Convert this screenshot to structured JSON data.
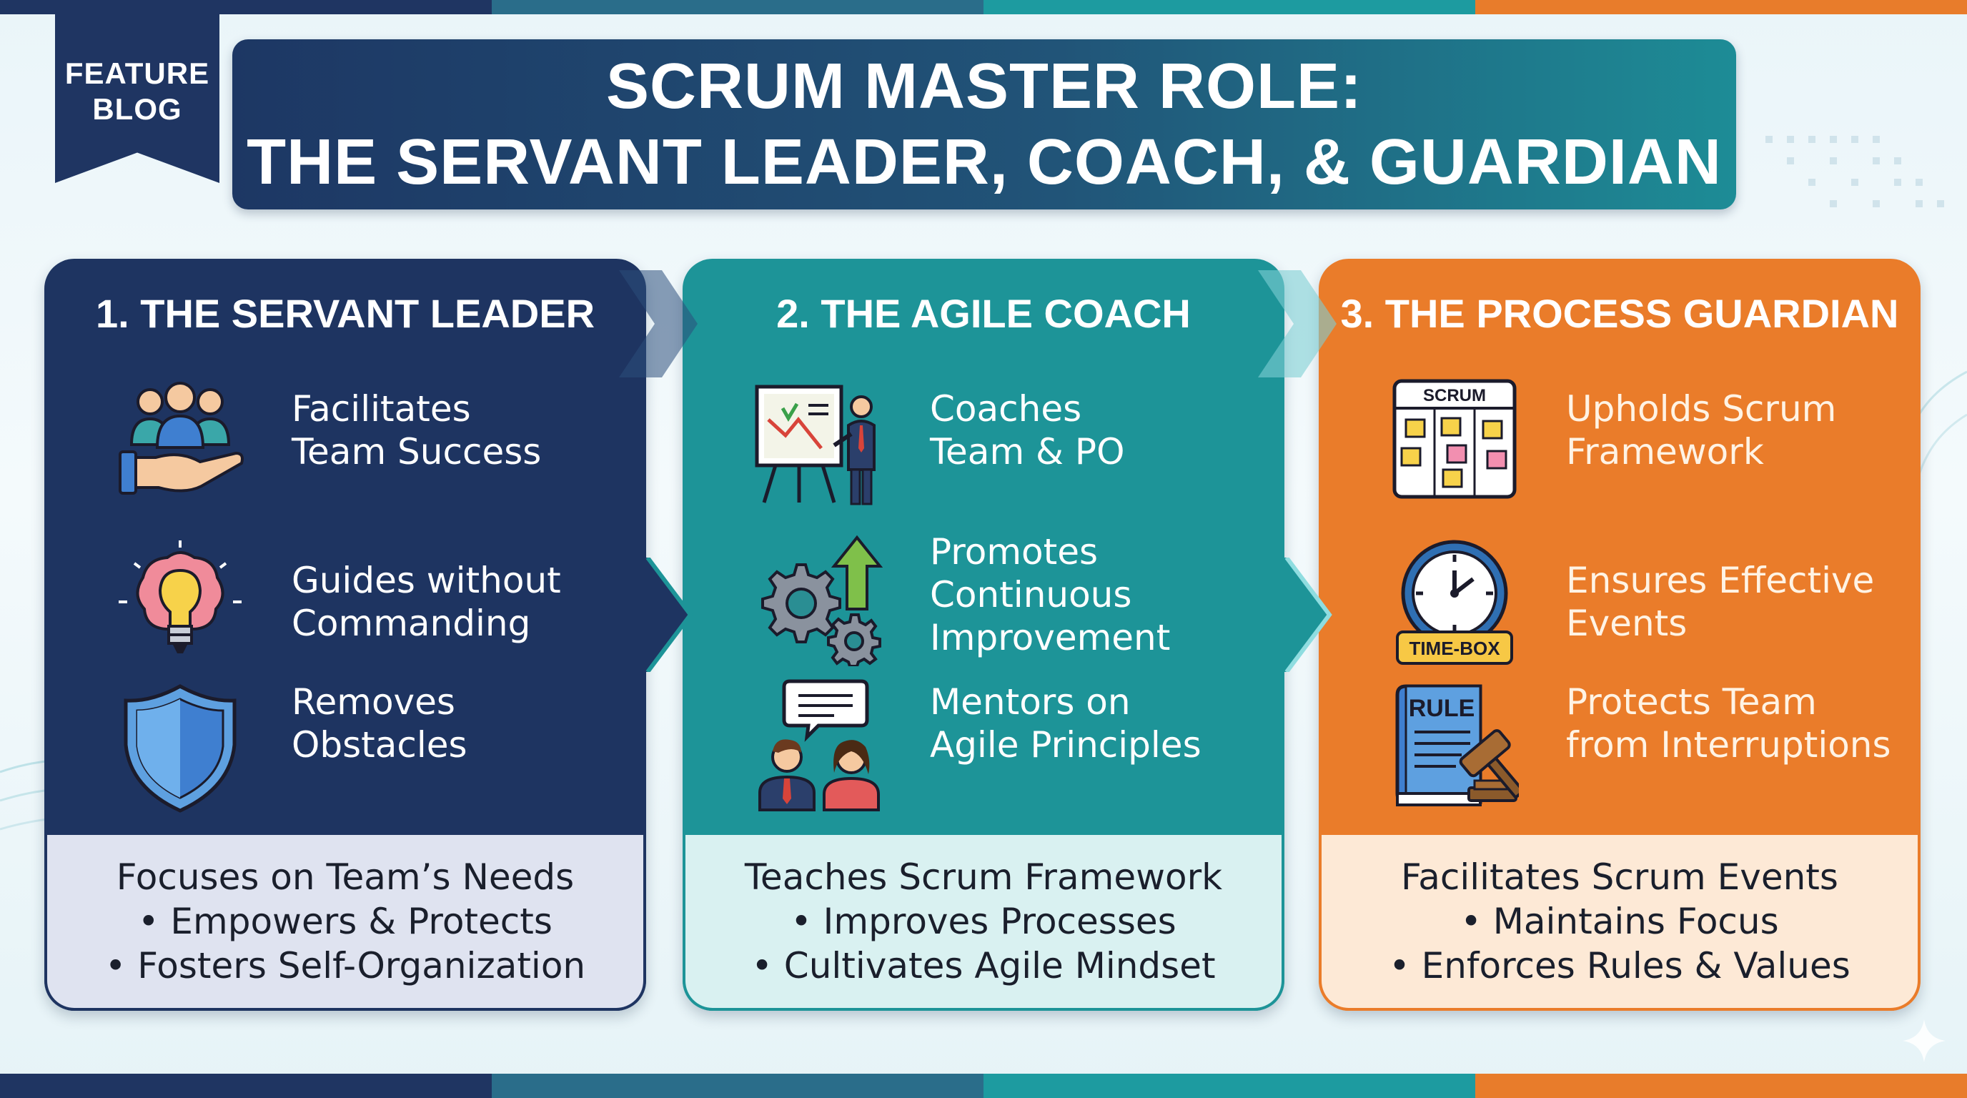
{
  "ribbon": {
    "line1": "FEATURE",
    "line2": "BLOG"
  },
  "header": {
    "title_line1": "SCRUM MASTER ROLE:",
    "title_line2": "THE SERVANT LEADER, COACH, & GUARDIAN"
  },
  "panels": [
    {
      "title": "1. THE SERVANT LEADER",
      "color": "#1e3461",
      "items": [
        {
          "icon": "team-hand-icon",
          "line1": "Facilitates",
          "line2": "Team Success",
          "line3": ""
        },
        {
          "icon": "brain-bulb-icon",
          "line1": "Guides without",
          "line2": "Commanding",
          "line3": ""
        },
        {
          "icon": "shield-icon",
          "line1": "Removes",
          "line2": "Obstacles",
          "line3": ""
        }
      ],
      "summary": [
        "Focuses on Team’s Needs",
        "• Empowers & Protects",
        "• Fosters Self-Organization"
      ]
    },
    {
      "title": "2. THE AGILE COACH",
      "color": "#1d9498",
      "items": [
        {
          "icon": "presenter-board-icon",
          "line1": "Coaches",
          "line2": "Team & PO",
          "line3": ""
        },
        {
          "icon": "gears-arrow-icon",
          "line1": "Promotes",
          "line2": "Continuous",
          "line3": "Improvement"
        },
        {
          "icon": "mentoring-people-icon",
          "line1": "Mentors on",
          "line2": "Agile Principles",
          "line3": ""
        }
      ],
      "summary": [
        "Teaches Scrum Framework",
        "• Improves Processes",
        "• Cultivates Agile Mindset"
      ]
    },
    {
      "title": "3. THE PROCESS GUARDIAN",
      "color": "#ea7c2a",
      "items": [
        {
          "icon": "scrum-board-icon",
          "line1": "Upholds Scrum",
          "line2": "Framework",
          "line3": "",
          "badge": "SCRUM"
        },
        {
          "icon": "timebox-clock-icon",
          "line1": "Ensures Effective",
          "line2": "Events",
          "line3": "",
          "badge": "TIME-BOX"
        },
        {
          "icon": "rule-book-gavel-icon",
          "line1": "Protects Team",
          "line2": "from Interruptions",
          "line3": "",
          "badge": "RULE"
        }
      ],
      "summary": [
        "Facilitates Scrum Events",
        "• Maintains Focus",
        "• Enforces Rules & Values"
      ]
    }
  ]
}
